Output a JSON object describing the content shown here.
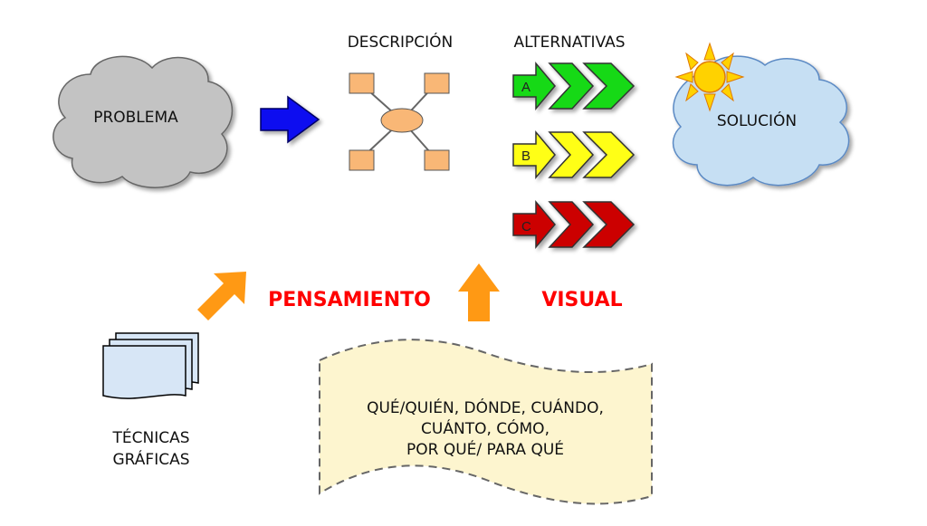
{
  "header": {
    "descripcion": "DESCRIPCIÓN",
    "alternativas": "ALTERNATIVAS"
  },
  "problem": {
    "label": "PROBLEMA"
  },
  "solution": {
    "label": "SOLUCIÓN"
  },
  "alternatives": [
    {
      "letter": "A",
      "color": "#19d919"
    },
    {
      "letter": "B",
      "color": "#ffff19"
    },
    {
      "letter": "C",
      "color": "#cc0000"
    }
  ],
  "middle": {
    "word1": "PENSAMIENTO",
    "word2": "VISUAL"
  },
  "techniques": {
    "line1": "TÉCNICAS",
    "line2": "GRÁFICAS"
  },
  "questions": {
    "line1": "QUÉ/QUIÉN, DÓNDE, CUÁNDO,",
    "line2": "CUÁNTO, CÓMO,",
    "line3": "POR QUÉ/ PARA QUÉ"
  },
  "colors": {
    "problem_cloud": "#c3c3c3",
    "solution_cloud": "#c6dff3",
    "arrow_blue": "#0a0af0",
    "node_fill": "#f9b776",
    "sun": "#ffd200",
    "arrow_orange": "#ff9914",
    "paper": "#fdf5cf",
    "highlight_text": "#ff0000"
  }
}
